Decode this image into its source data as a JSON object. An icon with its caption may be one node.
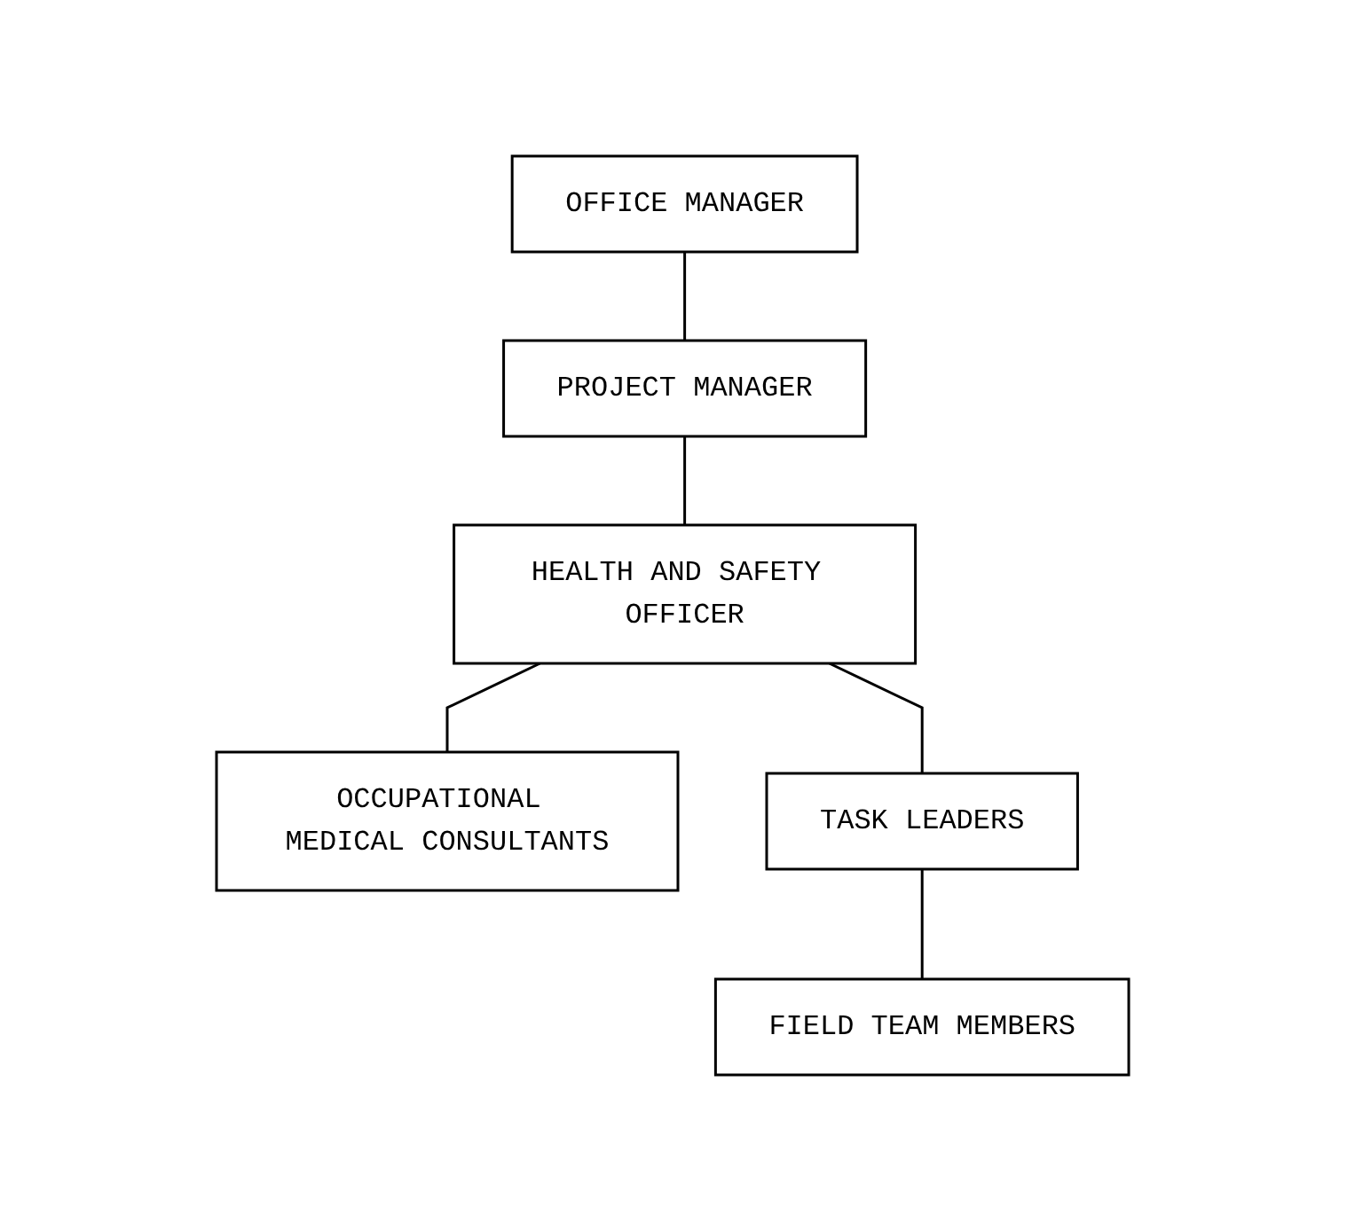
{
  "diagram": {
    "nodes": [
      {
        "text": [
          "OFFICE MANAGER"
        ]
      },
      {
        "text": [
          "PROJECT MANAGER"
        ]
      },
      {
        "text": [
          "HEALTH AND SAFETY OFFICER"
        ]
      },
      {
        "text": [
          "OCCUPATIONAL MEDICAL CONSULTANTS"
        ]
      },
      {
        "text": [
          "TASK LEADERS"
        ]
      },
      {
        "text": [
          "FIELD TEAM MEMBERS"
        ]
      }
    ],
    "edges": [
      {
        "from": 0,
        "to": 1,
        "arrow": "none"
      },
      {
        "from": 1,
        "to": 2,
        "arrow": "none"
      },
      {
        "from": 2,
        "to": 3,
        "arrow": "none"
      },
      {
        "from": 2,
        "to": 4,
        "arrow": "none"
      },
      {
        "from": 4,
        "to": 5,
        "arrow": "none"
      }
    ]
  }
}
